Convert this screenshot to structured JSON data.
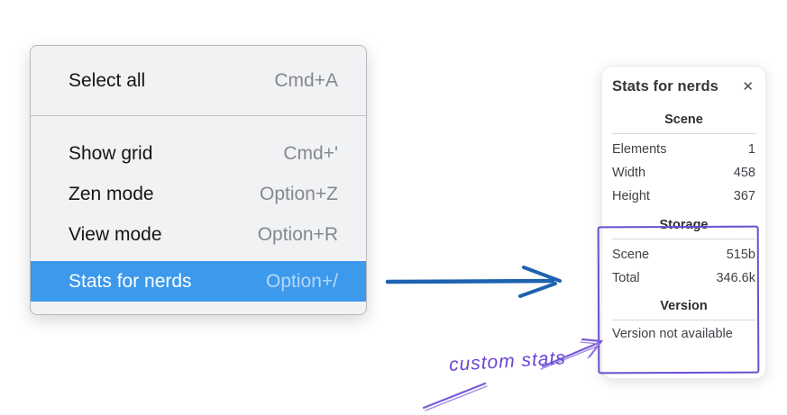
{
  "menu": {
    "items": [
      {
        "label": "Select all",
        "shortcut": "Cmd+A"
      },
      {
        "label": "Show grid",
        "shortcut": "Cmd+'"
      },
      {
        "label": "Zen mode",
        "shortcut": "Option+Z"
      },
      {
        "label": "View mode",
        "shortcut": "Option+R"
      },
      {
        "label": "Stats for nerds",
        "shortcut": "Option+/",
        "highlighted": true
      }
    ]
  },
  "stats_panel": {
    "title": "Stats for nerds",
    "close_icon": "✕",
    "scene": {
      "heading": "Scene",
      "rows": [
        {
          "label": "Elements",
          "value": "1"
        },
        {
          "label": "Width",
          "value": "458"
        },
        {
          "label": "Height",
          "value": "367"
        }
      ]
    },
    "storage": {
      "heading": "Storage",
      "rows": [
        {
          "label": "Scene",
          "value": "515b"
        },
        {
          "label": "Total",
          "value": "346.6k"
        }
      ]
    },
    "version": {
      "heading": "Version",
      "note": "Version not available"
    }
  },
  "annotation": {
    "label": "custom stats"
  },
  "colors": {
    "menu_background": "#f1f2f3",
    "menu_highlight_blue": "#3c99ec",
    "flow_arrow_blue": "#1d62af",
    "annotation_purple": "#6c4ed0"
  }
}
